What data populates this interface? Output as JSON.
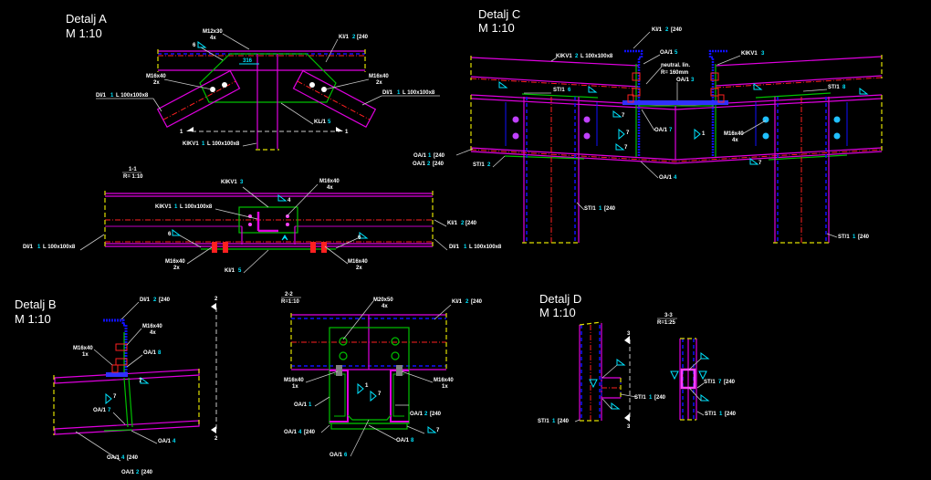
{
  "details": {
    "A": {
      "title": "Detalj A",
      "scale": "M 1:10"
    },
    "B": {
      "title": "Detalj B",
      "scale": "M 1:10"
    },
    "C": {
      "title": "Detalj C",
      "scale": "M 1:10"
    },
    "D": {
      "title": "Detalj D",
      "scale": "M 1:10"
    }
  },
  "sections": {
    "s11": {
      "name": "1-1",
      "scale": "R= 1:10"
    },
    "s22": {
      "name": "2-2",
      "scale": "R=1:10"
    },
    "s33": {
      "name": "3-3",
      "scale": "R=1:25"
    }
  },
  "cut_marks": {
    "one": "1",
    "two": "2",
    "three": "3"
  },
  "dimension": "316",
  "labels": {
    "a_bolt": {
      "text": "M12x30",
      "sub": "4x"
    },
    "a_weld": "6",
    "a_kl_top": {
      "pre": "KI/1",
      "n": "2",
      "post": "[240"
    },
    "a_bolt_l": {
      "text": "M16x40",
      "sub": "2x"
    },
    "a_bolt_r": {
      "text": "M16x40",
      "sub": "2x"
    },
    "a_dij_l": {
      "pre": "DI/1",
      "n": "1",
      "post": "L 100x100x8"
    },
    "a_dij_r": {
      "pre": "DI/1",
      "n": "1",
      "post": "L 100x100x8"
    },
    "a_plate": {
      "pre": "KL/1",
      "n": "5"
    },
    "a_kkv": {
      "pre": "KIKV1",
      "n": "1",
      "post": "L 100x100x8"
    },
    "s1_kkv3": {
      "pre": "KIKV1",
      "n": "3"
    },
    "s1_kkv1": {
      "pre": "KIKV1",
      "n": "1",
      "post": "L 100x100x8"
    },
    "s1_bolt": {
      "text": "M16x40",
      "sub": "4x"
    },
    "s1_weld": "4",
    "s1_weld2": "6",
    "s1_weld3": "6",
    "s1_kl2": {
      "pre": "KI/1",
      "n": "2",
      "post": "[240"
    },
    "s1_dij": {
      "pre": "DI/1",
      "n": "1",
      "post": "L 100x100x8"
    },
    "s1_dij_r": {
      "pre": "DI/1",
      "n": "1",
      "post": "L 100x100x8"
    },
    "s1_bolt_l": {
      "text": "M16x40",
      "sub": "2x"
    },
    "s1_bolt_r": {
      "text": "M16x40",
      "sub": "2x"
    },
    "s1_kl5": {
      "pre": "KI/1",
      "n": "5"
    },
    "c_kl_top": {
      "pre": "KI/1",
      "n": "2",
      "post": "[240"
    },
    "c_kkv_l": {
      "pre": "KIKV1",
      "n": "2",
      "post": "L 100x100x8"
    },
    "c_oa5": {
      "pre": "OA/1",
      "n": "5"
    },
    "c_kkv_r": {
      "pre": "KIKV1",
      "n": "3"
    },
    "c_note": {
      "text": "neutral. lin.",
      "sub": "R= 160mm"
    },
    "c_oa3": {
      "pre": "OA/1",
      "n": "3"
    },
    "c_sti6": {
      "pre": "ST/1",
      "n": "6"
    },
    "c_sti8": {
      "pre": "ST/1",
      "n": "8"
    },
    "c_oa7": {
      "pre": "OA/1",
      "n": "7"
    },
    "c_bolt": {
      "text": "M16x40",
      "sub": "4x"
    },
    "c_oa1": {
      "pre": "OA/1",
      "n": "1",
      "post": "[240"
    },
    "c_oa2": {
      "pre": "OA/1",
      "n": "2",
      "post": "[240"
    },
    "c_sti2": {
      "pre": "ST/1",
      "n": "2"
    },
    "c_oa4": {
      "pre": "OA/1",
      "n": "4"
    },
    "c_sti1_l": {
      "pre": "ST/1",
      "n": "1",
      "post": "[240"
    },
    "c_sti1_r": {
      "pre": "ST/1",
      "n": "1",
      "post": "[240"
    },
    "c_w7a": "7",
    "c_w7b": "7",
    "c_w7c": "7",
    "c_w1": "1",
    "c_w7d": "7",
    "b_kl": {
      "pre": "DI/1",
      "n": "2",
      "post": "[240"
    },
    "b_bolt1": {
      "text": "M16x40",
      "sub": "4x"
    },
    "b_bolt2": {
      "text": "M16x40",
      "sub": "1x"
    },
    "b_oa8": {
      "pre": "OA/1",
      "n": "8"
    },
    "b_w7a": "7",
    "b_w7b": "7",
    "b_oa7": {
      "pre": "OA/1",
      "n": "7"
    },
    "b_oa4": {
      "pre": "OA/1",
      "n": "4"
    },
    "b_oa4b": {
      "pre": "OA/1",
      "n": "4",
      "post": "[240"
    },
    "b_oa2": {
      "pre": "OA/1",
      "n": "2",
      "post": "[240"
    },
    "s2_bolt": {
      "text": "M20x50",
      "sub": "4x"
    },
    "s2_kl": {
      "pre": "KI/1",
      "n": "2",
      "post": "[240"
    },
    "s2_bolt_l": {
      "text": "M16x40",
      "sub": "1x"
    },
    "s2_bolt_r": {
      "text": "M16x40",
      "sub": "1x"
    },
    "s2_oa1": {
      "pre": "OA/1",
      "n": "1"
    },
    "s2_w1": "1",
    "s2_w7": "7",
    "s2_oa2": {
      "pre": "OA/1",
      "n": "2",
      "post": "[240"
    },
    "s2_oa4": {
      "pre": "OA/1",
      "n": "4",
      "post": "[240"
    },
    "s2_w7b": "7",
    "s2_oa8": {
      "pre": "OA/1",
      "n": "8"
    },
    "s2_oa6": {
      "pre": "OA/1",
      "n": "6"
    },
    "d_st1": {
      "pre": "ST/1",
      "n": "1",
      "post": "[240"
    },
    "d_st1b": {
      "pre": "ST/1",
      "n": "1",
      "post": "[240"
    },
    "d_st7": {
      "pre": "ST/1",
      "n": "7",
      "post": "[240"
    },
    "d_st1c": {
      "pre": "ST/1",
      "n": "1",
      "post": "[240"
    }
  }
}
